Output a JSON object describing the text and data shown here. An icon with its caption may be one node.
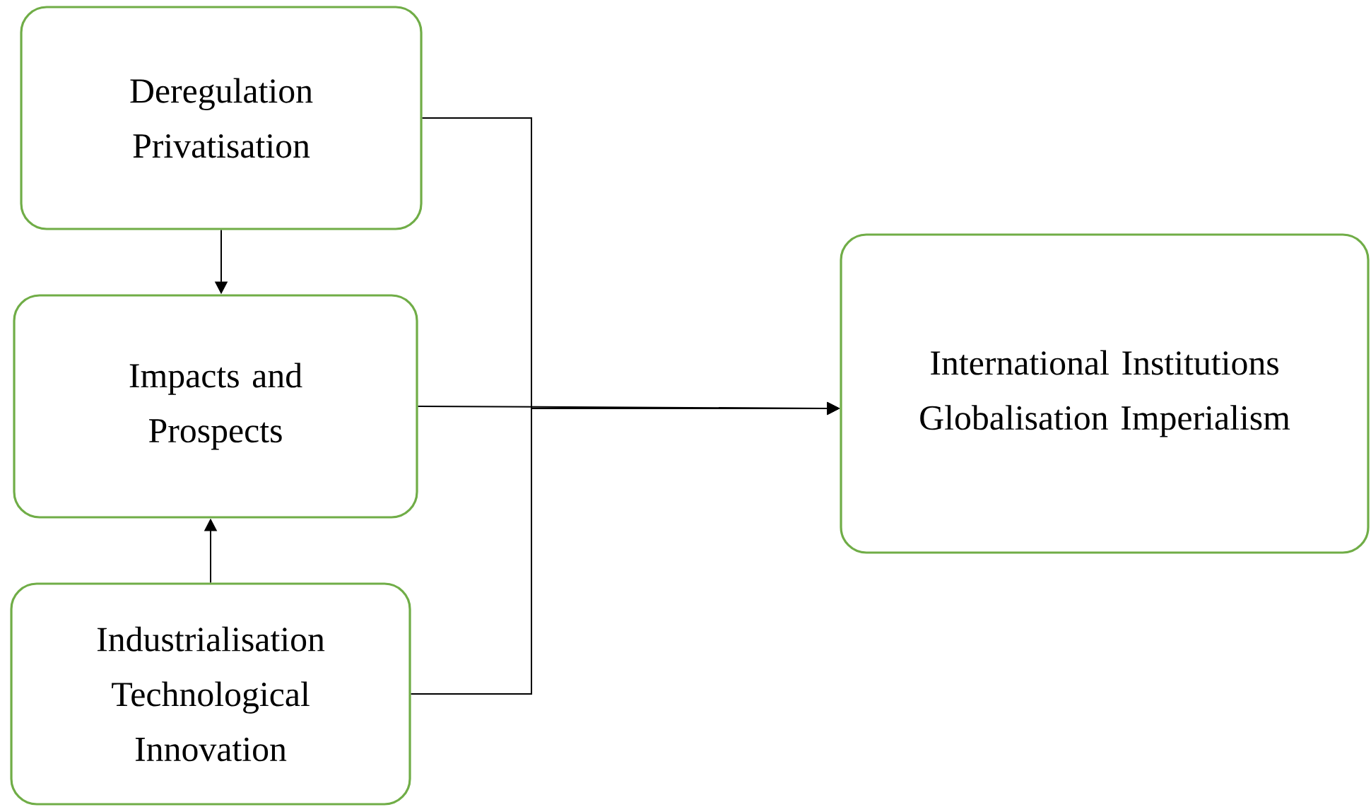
{
  "diagram": {
    "nodes": [
      {
        "text": [
          "Deregulation Privatisation"
        ]
      },
      {
        "text": [
          "Impacts and Prospects"
        ]
      },
      {
        "text": [
          "Industrialisation Technological Innovation"
        ]
      },
      {
        "text": [
          "International Institutions Globalisation Imperialism"
        ]
      }
    ],
    "edges": [
      {
        "from": 0,
        "to": 1,
        "arrow": "to"
      },
      {
        "from": 2,
        "to": 1,
        "arrow": "to"
      },
      {
        "from": 1,
        "to": 3,
        "arrow": "to"
      },
      {
        "from": 0,
        "to": 3,
        "arrow": "to"
      },
      {
        "from": 2,
        "to": 3,
        "arrow": "to"
      }
    ]
  }
}
